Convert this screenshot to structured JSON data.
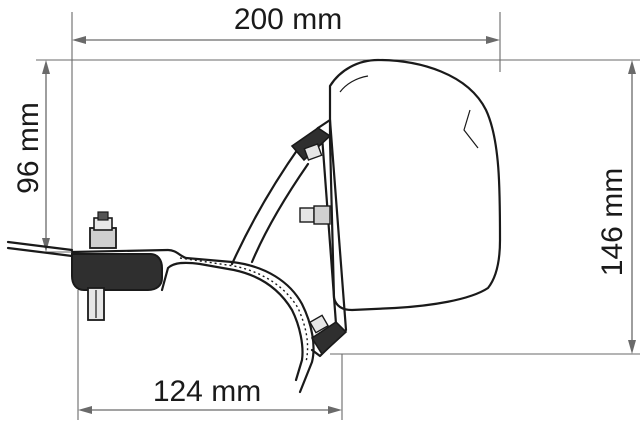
{
  "dimensions": {
    "width_label": "200 mm",
    "height_left_label": "96 mm",
    "height_right_label": "146 mm",
    "bottom_label": "124 mm"
  },
  "colors": {
    "line": "#1a1a1a",
    "dimension_line": "#6a6a6a",
    "awning_fill": "#ffffff",
    "pad_fill": "#2f2f2f"
  }
}
